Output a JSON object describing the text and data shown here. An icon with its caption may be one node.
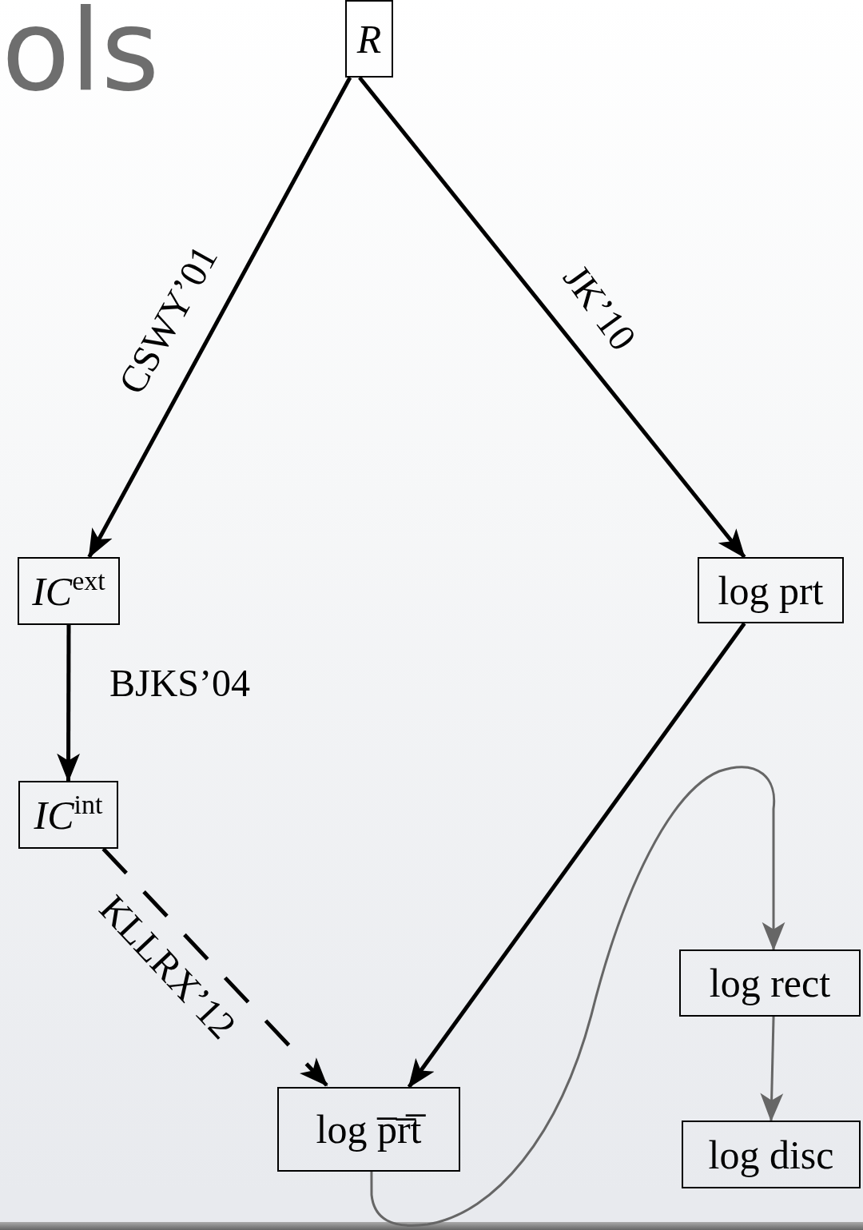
{
  "diagram": {
    "title": "ols",
    "nodes": [
      {
        "text": [
          "R"
        ]
      },
      {
        "text": [
          "*IC*$^{ext}$"
        ]
      },
      {
        "text": [
          "log prt"
        ]
      },
      {
        "text": [
          "*IC*$^{int}$"
        ]
      },
      {
        "text": [
          "log p̅r̅t̅"
        ]
      },
      {
        "text": [
          "log rect"
        ]
      },
      {
        "text": [
          "log disc"
        ]
      }
    ],
    "edges": [
      {
        "from": 0,
        "to": 1,
        "arrow": "to",
        "label": "CSWY’01"
      },
      {
        "from": 0,
        "to": 2,
        "arrow": "to",
        "label": "JK’10"
      },
      {
        "from": 1,
        "to": 3,
        "arrow": "to",
        "label": "BJKS’04"
      },
      {
        "from": 3,
        "to": 4,
        "arrow": "to",
        "label": "KLLRX’12",
        "style": "dashed"
      },
      {
        "from": 2,
        "to": 4,
        "arrow": "to"
      },
      {
        "from": 4,
        "to": 5,
        "arrow": "to",
        "color": "#666666"
      },
      {
        "from": 5,
        "to": 6,
        "arrow": "to",
        "color": "#666666"
      }
    ]
  }
}
